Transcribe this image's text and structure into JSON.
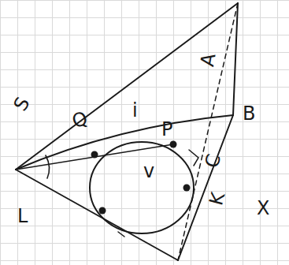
{
  "diagram": {
    "labels": [
      "S",
      "Q",
      "i",
      "P",
      "A",
      "B",
      "L",
      "X",
      "K",
      "C",
      "v"
    ]
  }
}
